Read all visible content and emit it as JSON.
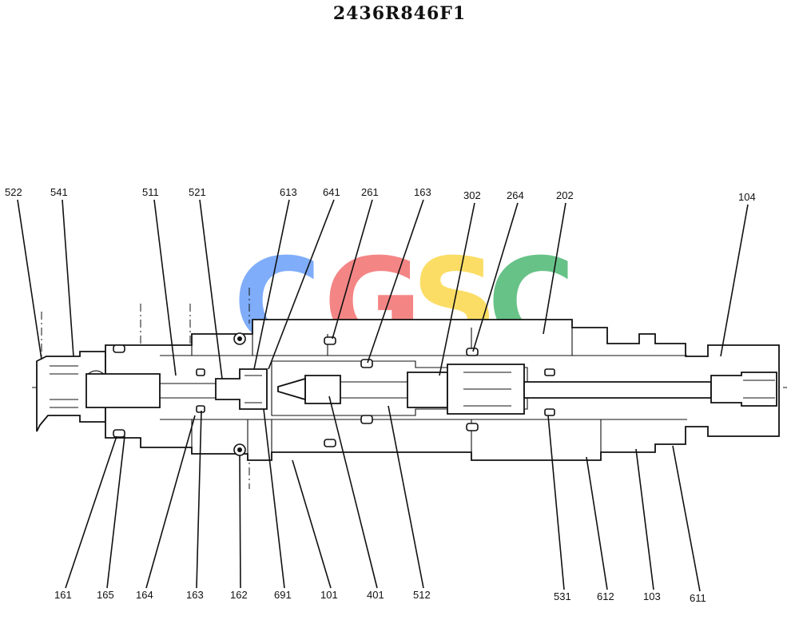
{
  "title": "2436R846F1",
  "watermark": {
    "letters": [
      "C",
      "G",
      "S",
      "C"
    ],
    "colors": [
      "#3b82f6",
      "#ef4444",
      "#facc15",
      "#16a34a"
    ]
  },
  "callouts_top": [
    "522",
    "541",
    "511",
    "521",
    "613",
    "641",
    "261",
    "163",
    "302",
    "264",
    "202",
    "104"
  ],
  "callouts_bottom": [
    "161",
    "165",
    "164",
    "163",
    "162",
    "691",
    "101",
    "401",
    "512",
    "531",
    "612",
    "103",
    "611"
  ]
}
